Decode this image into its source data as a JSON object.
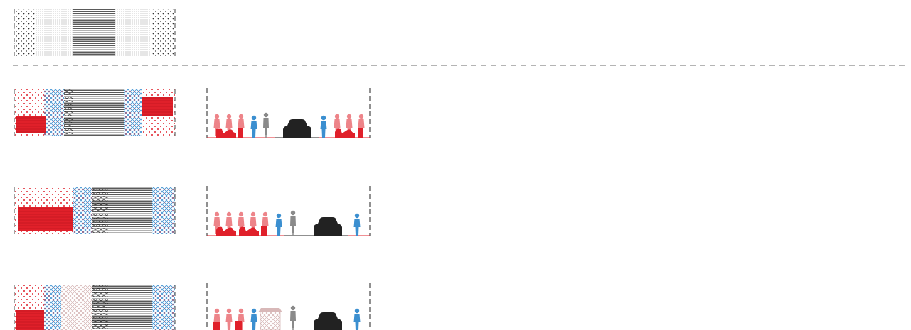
{
  "colors": {
    "red": "#e0202a",
    "blue": "#3b8fd0",
    "dark": "#2a2a2a",
    "grey": "#8a8a8a",
    "light_grey": "#b8b8b8"
  },
  "diagram": {
    "existing_plan": {
      "zones": [
        "dotted-edge",
        "light-hatch",
        "dark-hatch",
        "light-hatch",
        "dotted-edge"
      ]
    },
    "proposals": [
      {
        "plan_zones": [
          "red-dotted",
          "blue-cross",
          "dark-hatch",
          "blue-cross",
          "red-dotted"
        ],
        "red_blocks": [
          "left-lower",
          "right-upper"
        ],
        "section_figures": [
          "red-groups",
          "blue-person",
          "cyclist",
          "car",
          "blue-person",
          "red-groups"
        ]
      },
      {
        "plan_zones": [
          "red-dotted",
          "blue-cross",
          "dark-hatch",
          "blue-cross"
        ],
        "red_blocks": [
          "left-large"
        ],
        "section_figures": [
          "red-groups",
          "blue-person",
          "cyclist",
          "car",
          "blue-person"
        ]
      },
      {
        "plan_zones": [
          "red-dotted",
          "blue-cross",
          "grey-cross",
          "dark-hatch",
          "blue-cross"
        ],
        "red_blocks": [
          "left-lower"
        ],
        "section_figures": [
          "red-groups",
          "blue-person",
          "market-stall",
          "cyclist",
          "car",
          "blue-person"
        ]
      }
    ]
  }
}
